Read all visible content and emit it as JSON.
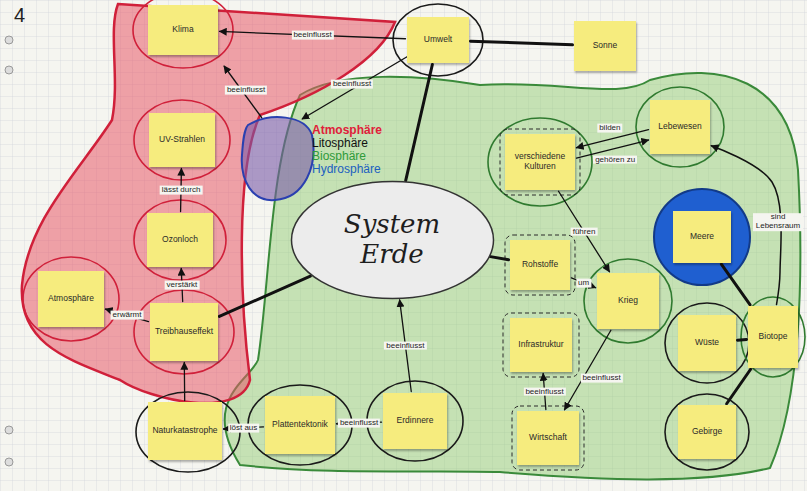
{
  "diagram": {
    "nodes": [
      {
        "text": [
          "Klima"
        ]
      },
      {
        "text": [
          "Umwelt"
        ]
      },
      {
        "text": [
          "Sonne"
        ]
      },
      {
        "text": [
          "UV-Strahlen"
        ]
      },
      {
        "text": [
          "verschiedene Kulturen"
        ]
      },
      {
        "text": [
          "Lebewesen"
        ]
      },
      {
        "text": [
          "System Erde"
        ]
      },
      {
        "text": [
          "Ozonloch"
        ]
      },
      {
        "text": [
          "Meere"
        ]
      },
      {
        "text": [
          "Rohstoffe"
        ]
      },
      {
        "text": [
          "Atmosphäre"
        ]
      },
      {
        "text": [
          "Krieg"
        ]
      },
      {
        "text": [
          "Treibhauseffekt"
        ]
      },
      {
        "text": [
          "Infrastruktur"
        ]
      },
      {
        "text": [
          "Wüste"
        ]
      },
      {
        "text": [
          "Biotope"
        ]
      },
      {
        "text": [
          "Naturkatastrophe"
        ]
      },
      {
        "text": [
          "Plattentektonik"
        ]
      },
      {
        "text": [
          "Erdinnere"
        ]
      },
      {
        "text": [
          "Wirtschaft"
        ]
      },
      {
        "text": [
          "Gebirge"
        ]
      }
    ],
    "edges": [
      {
        "from": 1,
        "to": 0,
        "arrow": "to",
        "label": "beeinflusst"
      },
      {
        "from": 2,
        "to": 1,
        "arrow": "none"
      },
      {
        "from": 1,
        "to": 6,
        "arrow": "none"
      },
      {
        "from": 7,
        "to": 3,
        "arrow": "to",
        "label": "lässt durch"
      },
      {
        "from": 12,
        "to": 7,
        "arrow": "to",
        "label": "verstärkt"
      },
      {
        "from": 12,
        "to": 10,
        "arrow": "to",
        "label": "erwärmt"
      },
      {
        "from": 16,
        "to": 12,
        "arrow": "to"
      },
      {
        "from": 12,
        "to": 6,
        "arrow": "none"
      },
      {
        "from": 17,
        "to": 16,
        "arrow": "to",
        "label": "löst aus"
      },
      {
        "from": 18,
        "to": 17,
        "arrow": "to",
        "label": "beeinflusst"
      },
      {
        "from": 18,
        "to": 6,
        "arrow": "to",
        "label": "beeinflusst"
      },
      {
        "from": 4,
        "to": 5,
        "arrow": "to",
        "label": "gehören zu"
      },
      {
        "from": 5,
        "to": 4,
        "arrow": "to",
        "label": "bilden"
      },
      {
        "from": 4,
        "to": 11,
        "arrow": "to",
        "label": "führen"
      },
      {
        "from": 9,
        "to": 11,
        "arrow": "to",
        "label": "um"
      },
      {
        "from": 11,
        "to": 19,
        "arrow": "to",
        "label": "beeinflusst"
      },
      {
        "from": 19,
        "to": 13,
        "arrow": "to",
        "label": "beeinflusst"
      },
      {
        "from": 15,
        "to": 5,
        "arrow": "to",
        "label": "sind Lebensraum"
      },
      {
        "from": 15,
        "to": 8,
        "arrow": "none"
      },
      {
        "from": 15,
        "to": 14,
        "arrow": "none"
      },
      {
        "from": 15,
        "to": 20,
        "arrow": "none"
      },
      {
        "from": 6,
        "to": 9,
        "arrow": "none"
      }
    ],
    "labels": [
      "4",
      "beeinflusst",
      "beeinflusst"
    ],
    "legend": [
      {
        "text": "Atmosphäre",
        "color": "#e0203a"
      },
      {
        "text": "Litosphäre",
        "color": "#111111"
      },
      {
        "text": "Biosphäre",
        "color": "#2f9a3a"
      },
      {
        "text": "Hydrosphäre",
        "color": "#2060c0"
      }
    ]
  }
}
